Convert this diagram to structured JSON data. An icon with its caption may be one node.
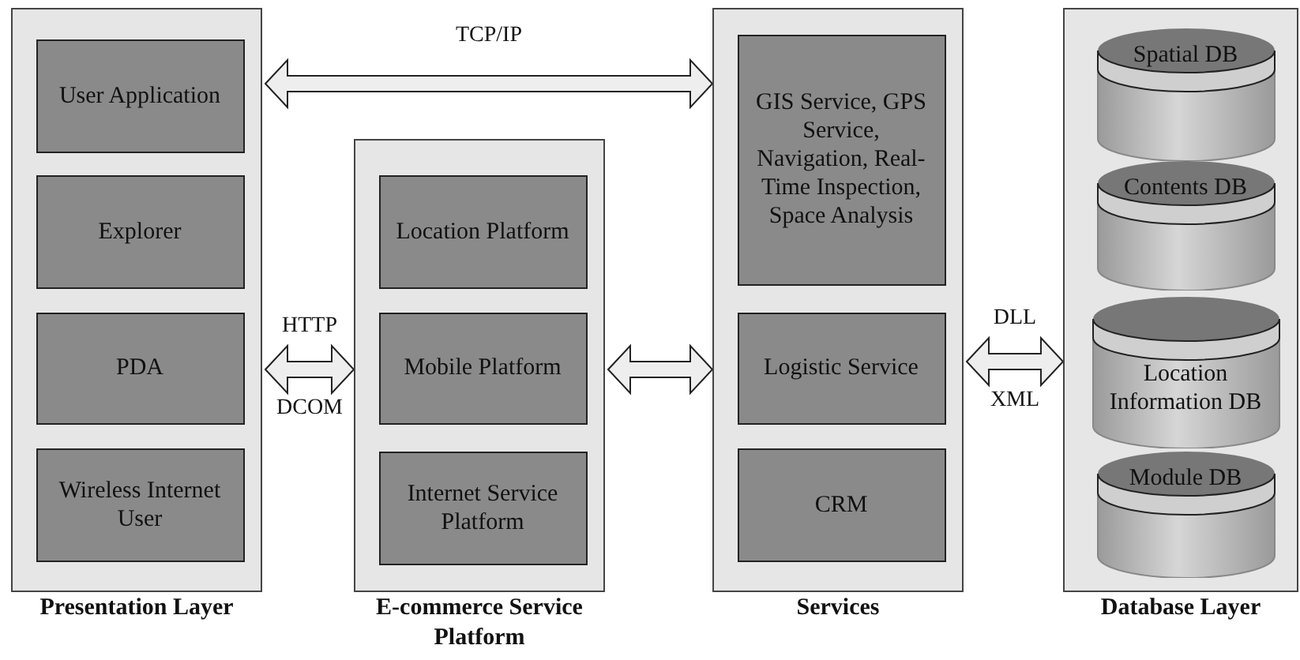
{
  "diagram": {
    "nodes": [
      {
        "text": [
          "Presentation Layer"
        ]
      },
      {
        "text": [
          "User Application"
        ],
        "in": 0
      },
      {
        "text": [
          "Explorer"
        ],
        "in": 0
      },
      {
        "text": [
          "PDA"
        ],
        "in": 0
      },
      {
        "text": [
          "Wireless Internet User"
        ],
        "in": 0
      },
      {
        "text": [
          "E-commerce Service Platform"
        ]
      },
      {
        "text": [
          "Location Platform"
        ],
        "in": 5
      },
      {
        "text": [
          "Mobile Platform"
        ],
        "in": 5
      },
      {
        "text": [
          "Internet Service Platform"
        ],
        "in": 5
      },
      {
        "text": [
          "Services"
        ]
      },
      {
        "text": [
          "GIS Service, GPS Service, Navigation, Real-Time Inspection, Space Analysis"
        ],
        "in": 9
      },
      {
        "text": [
          "Logistic Service"
        ],
        "in": 9
      },
      {
        "text": [
          "CRM"
        ],
        "in": 9
      },
      {
        "text": [
          "Database Layer"
        ]
      },
      {
        "text": [
          "Spatial DB"
        ],
        "in": 13
      },
      {
        "text": [
          "Contents DB"
        ],
        "in": 13
      },
      {
        "text": [
          "Location Information DB"
        ],
        "in": 13
      },
      {
        "text": [
          "Module DB"
        ],
        "in": 13
      }
    ],
    "edges": [
      {
        "from": 0,
        "to": 9,
        "arrow": "both",
        "label": "TCP/IP"
      },
      {
        "from": 0,
        "to": 5,
        "arrow": "both",
        "label": "HTTP"
      },
      {
        "from": 5,
        "to": 9,
        "arrow": "both"
      },
      {
        "from": 9,
        "to": 13,
        "arrow": "both",
        "label": "DLL"
      }
    ],
    "labels": [
      "DCOM",
      "XML"
    ]
  }
}
